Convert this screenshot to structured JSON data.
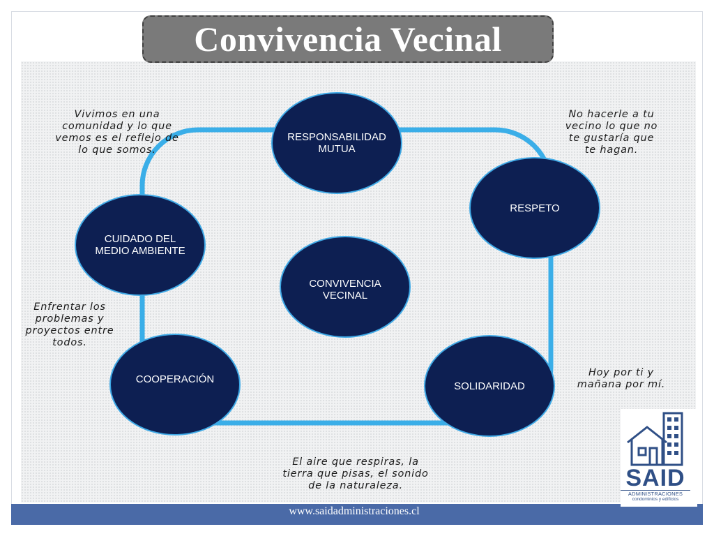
{
  "title": "Convivencia Vecinal",
  "center": {
    "label": "CONVIVENCIA\nVECINAL"
  },
  "nodes": [
    {
      "id": "responsabilidad-mutua",
      "label": "RESPONSABILIDAD\nMUTUA"
    },
    {
      "id": "respeto",
      "label": "RESPETO"
    },
    {
      "id": "solidaridad",
      "label": "SOLIDARIDAD"
    },
    {
      "id": "cooperacion",
      "label": "COOPERACIÓN"
    },
    {
      "id": "cuidado-medio-ambiente",
      "label": "CUIDADO DEL\nMEDIO AMBIENTE"
    }
  ],
  "notes": {
    "top_left": "Vivimos en una\ncomunidad y lo que\nvemos es el reflejo de\nlo que somos.",
    "top_right": "No hacerle a tu\nvecino lo que no\nte gustaría que\nte hagan.",
    "left": "Enfrentar los\nproblemas y\nproyectos entre\ntodos.",
    "right": "Hoy por ti y\nmañana por mí.",
    "bottom": "El aire que respiras, la\ntierra que pisas, el sonido\nde la naturaleza."
  },
  "footer": {
    "url": "www.saidadministraciones.cl"
  },
  "logo": {
    "name": "SAID",
    "subtitle": "ADMINISTRACIONES",
    "tagline": "condominios y edificios"
  },
  "colors": {
    "node_fill": "#0d1f52",
    "node_stroke": "#3fa9e6",
    "ring": "#3aaee8",
    "footer": "#4a6aa7",
    "brand": "#2f4f86"
  }
}
